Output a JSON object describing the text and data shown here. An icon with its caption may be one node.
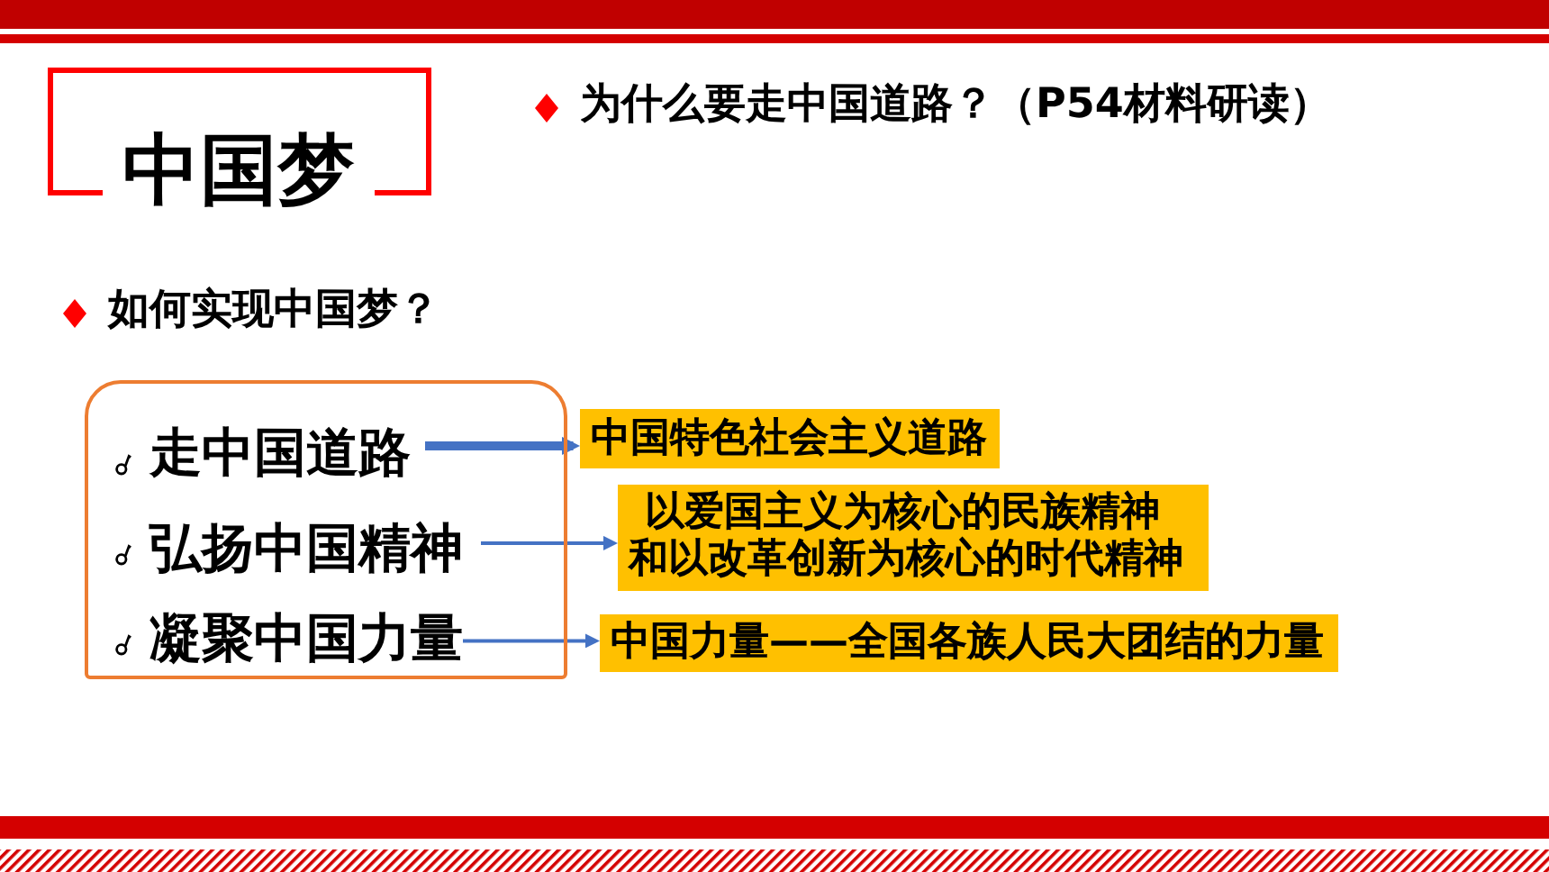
{
  "diagram": {
    "title": "中国梦",
    "nodes": [
      {
        "text": [],
        "shape": "box"
      },
      {
        "text": [
          "走中国道路"
        ],
        "in": 0
      },
      {
        "text": [
          "弘扬中国精神"
        ],
        "in": 0
      },
      {
        "text": [
          "凝聚中国力量"
        ],
        "in": 0
      },
      {
        "text": [
          "中国特色社会主义道路"
        ]
      },
      {
        "text": [
          "以爱国主义为核心的民族精神和以改革创新为核心的时代精神"
        ]
      },
      {
        "text": [
          "中国力量——全国各族人民大团结的力量"
        ]
      }
    ],
    "edges": [
      {
        "from": 1,
        "to": 4,
        "arrow": "to",
        "style": "thick"
      },
      {
        "from": 2,
        "to": 5,
        "arrow": "to"
      },
      {
        "from": 3,
        "to": 6,
        "arrow": "to"
      }
    ],
    "labels": [
      "为什么要走中国道路？（P54材料研读）",
      "如何实现中国梦？"
    ]
  }
}
